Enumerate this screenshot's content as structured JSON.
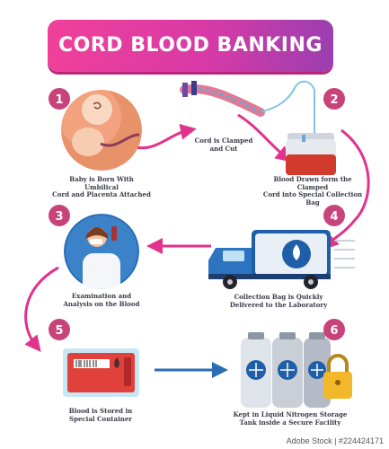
{
  "title": "CORD BLOOD BANKING",
  "steps": [
    {
      "number": "1",
      "caption": "Baby is Born With Umbilical\nCord and Placenta Attached"
    },
    {
      "number": "2",
      "caption": "Blood Drawn form the Clamped\nCord into Special Collection Bag"
    },
    {
      "number": "3",
      "caption": "Examination and\nAnalysis on the Blood"
    },
    {
      "number": "4",
      "caption": "Collection Bag is Quickly\nDelivered to the Laboratory"
    },
    {
      "number": "5",
      "caption": "Blood is Stored in\nSpecial Container"
    },
    {
      "number": "6",
      "caption": "Kept in Liquid Nitrogen Storage\nTank inside a Secure Facility"
    }
  ],
  "clamp_caption": "Cord is Clamped\nand Cut",
  "watermark": "Adobe Stock | #224424171",
  "colors": {
    "accent": "#e2338c",
    "badge": "#c8437a",
    "arrow_blue": "#2a6db5",
    "truck": "#1f5fa8"
  }
}
